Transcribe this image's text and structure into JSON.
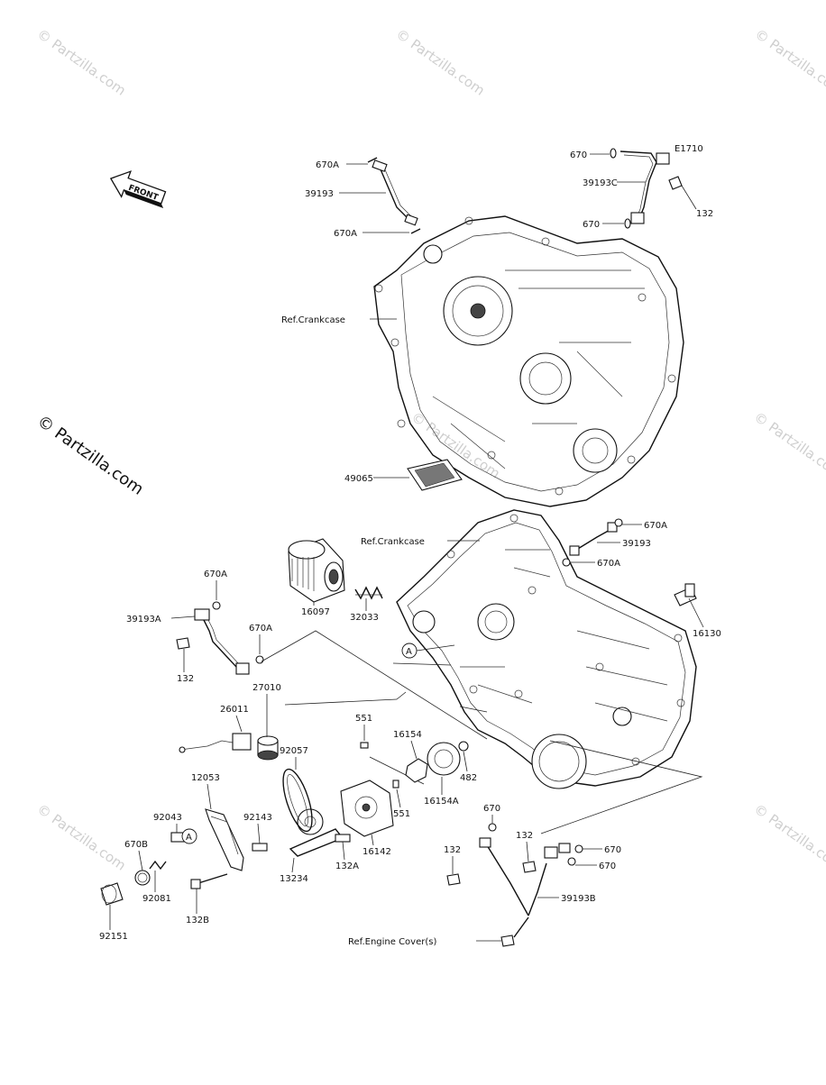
{
  "watermarks": {
    "small": "© Partzilla.com",
    "main": "© Partzilla.com"
  },
  "front_arrow": {
    "text": "FRONT"
  },
  "labels": {
    "l670A_top": "670A",
    "l39193_top": "39193",
    "l670A_top2": "670A",
    "ref_crankcase_top": "Ref.Crankcase",
    "l49065": "49065",
    "l670_r1": "670",
    "lE1710": "E1710",
    "l39193C": "39193C",
    "l132_r": "132",
    "l670_r2": "670",
    "ref_crankcase_mid": "Ref.Crankcase",
    "l670A_r1": "670A",
    "l39193_r": "39193",
    "l670A_r2": "670A",
    "l16130": "16130",
    "l670A_l1": "670A",
    "l39193A": "39193A",
    "l670A_l2": "670A",
    "l132_l": "132",
    "l16097": "16097",
    "l32033": "32033",
    "circleA_1": "A",
    "l27010": "27010",
    "l26011": "26011",
    "l551_a": "551",
    "l16154": "16154",
    "l482": "482",
    "l16154A": "16154A",
    "l92057": "92057",
    "l12053": "12053",
    "l92043": "92043",
    "circleA_2": "A",
    "l92143": "92143",
    "l551_b": "551",
    "l16142": "16142",
    "l132A": "132A",
    "l13234": "13234",
    "l670B": "670B",
    "l92081": "92081",
    "l132B": "132B",
    "l92151": "92151",
    "l670_b1": "670",
    "l132_b1": "132",
    "l132_b2": "132",
    "l670_b2": "670",
    "l670_b3": "670",
    "l39193B": "39193B",
    "ref_engine_cover": "Ref.Engine Cover(s)"
  }
}
